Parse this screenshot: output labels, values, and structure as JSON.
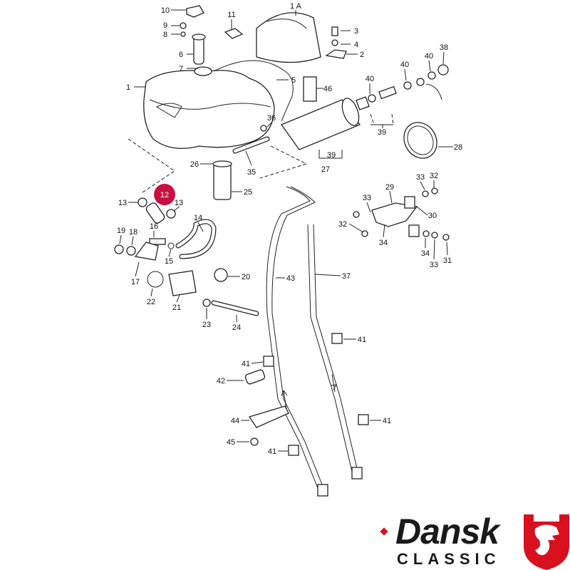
{
  "diagram": {
    "title": "Fuel tank and fuel system exploded parts diagram",
    "highlight_color": "#c8103e",
    "highlighted_label": "12",
    "labels": [
      "10",
      "9",
      "8",
      "11",
      "1 A",
      "3",
      "4",
      "2",
      "6",
      "7",
      "5",
      "46",
      "1",
      "40",
      "40",
      "40",
      "38",
      "36",
      "39",
      "39",
      "27",
      "28",
      "26",
      "35",
      "25",
      "33",
      "32",
      "29",
      "33",
      "30",
      "32",
      "34",
      "34",
      "33",
      "31",
      "13",
      "13",
      "14",
      "16",
      "19",
      "18",
      "15",
      "17",
      "20",
      "43",
      "37",
      "22",
      "21",
      "23",
      "24",
      "41",
      "41",
      "42",
      "41",
      "44",
      "45",
      "41"
    ]
  },
  "brand": {
    "name": "Dansk",
    "sub": "CLASSIC",
    "accent": "#d9101e"
  }
}
